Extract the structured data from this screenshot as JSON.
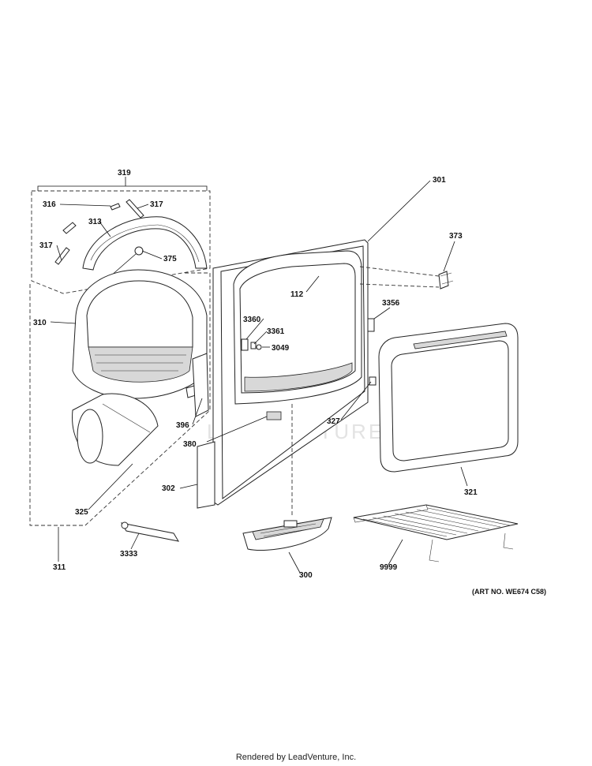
{
  "watermark": "LEADVENTURE",
  "art_number": "(ART NO. WE674 C58)",
  "footer": "Rendered by LeadVenture, Inc.",
  "callouts": [
    {
      "id": "319",
      "label": "319"
    },
    {
      "id": "316",
      "label": "316"
    },
    {
      "id": "317a",
      "label": "317"
    },
    {
      "id": "313",
      "label": "313"
    },
    {
      "id": "317b",
      "label": "317"
    },
    {
      "id": "375",
      "label": "375"
    },
    {
      "id": "310",
      "label": "310"
    },
    {
      "id": "396",
      "label": "396"
    },
    {
      "id": "325",
      "label": "325"
    },
    {
      "id": "311",
      "label": "311"
    },
    {
      "id": "3333",
      "label": "3333"
    },
    {
      "id": "301",
      "label": "301"
    },
    {
      "id": "112",
      "label": "112"
    },
    {
      "id": "3360",
      "label": "3360"
    },
    {
      "id": "3361",
      "label": "3361"
    },
    {
      "id": "3049",
      "label": "3049"
    },
    {
      "id": "380",
      "label": "380"
    },
    {
      "id": "302",
      "label": "302"
    },
    {
      "id": "300",
      "label": "300"
    },
    {
      "id": "373",
      "label": "373"
    },
    {
      "id": "3356",
      "label": "3356"
    },
    {
      "id": "327",
      "label": "327"
    },
    {
      "id": "321",
      "label": "321"
    },
    {
      "id": "9999",
      "label": "9999"
    }
  ]
}
